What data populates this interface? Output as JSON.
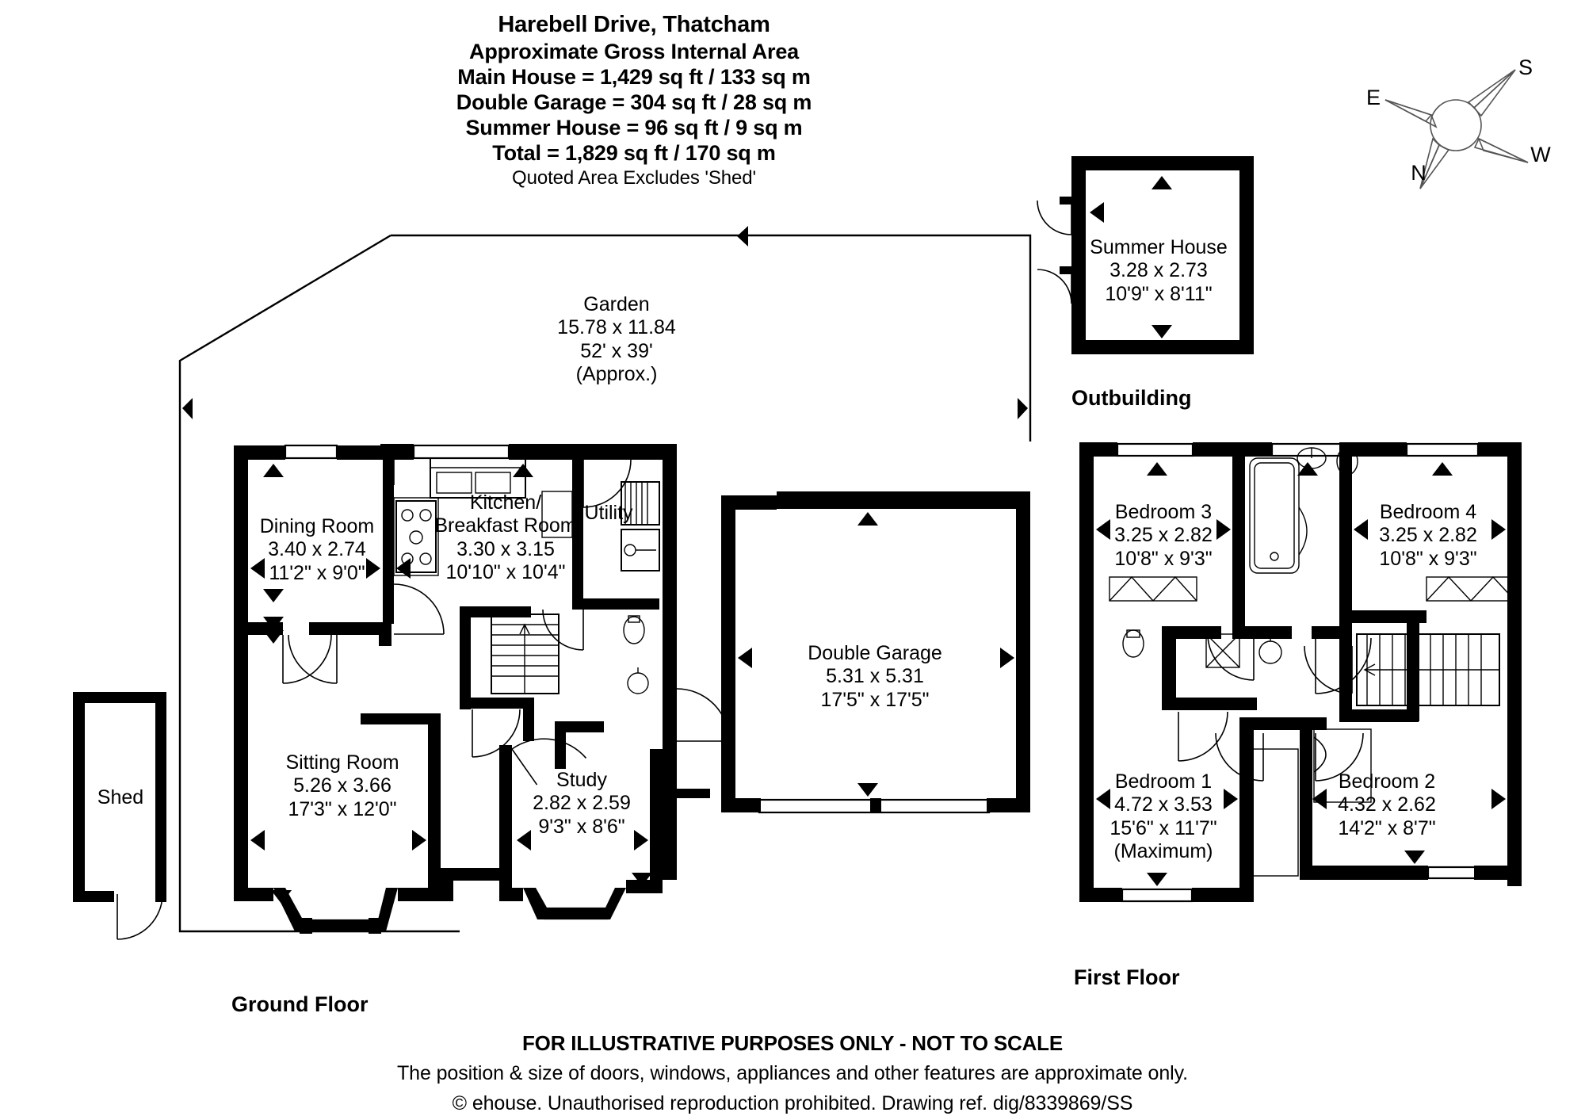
{
  "header": {
    "title": "Harebell Drive, Thatcham",
    "line1": "Approximate Gross Internal Area",
    "line2": "Main House = 1,429 sq ft / 133 sq m",
    "line3": "Double Garage = 304 sq ft / 28 sq m",
    "line4": "Summer House = 96 sq ft / 9 sq m",
    "line5": "Total = 1,829 sq ft / 170 sq m",
    "note": "Quoted Area Excludes 'Shed'"
  },
  "compass": {
    "n": "N",
    "s": "S",
    "e": "E",
    "w": "W"
  },
  "floor_labels": {
    "ground": "Ground Floor",
    "first": "First Floor",
    "outbuilding": "Outbuilding"
  },
  "rooms": {
    "garden": {
      "name": "Garden",
      "metric": "15.78 x 11.84",
      "imperial": "52' x 39'",
      "extra": "(Approx.)"
    },
    "dining_room": {
      "name": "Dining Room",
      "metric": "3.40 x 2.74",
      "imperial": "11'2\" x 9'0\""
    },
    "kitchen": {
      "name_line1": "Kitchen/",
      "name_line2": "Breakfast Room",
      "metric": "3.30 x 3.15",
      "imperial": "10'10\" x 10'4\""
    },
    "utility": {
      "name": "Utility"
    },
    "sitting_room": {
      "name": "Sitting Room",
      "metric": "5.26 x 3.66",
      "imperial": "17'3\" x 12'0\""
    },
    "study": {
      "name": "Study",
      "metric": "2.82 x 2.59",
      "imperial": "9'3\" x 8'6\""
    },
    "double_garage": {
      "name": "Double Garage",
      "metric": "5.31 x 5.31",
      "imperial": "17'5\" x 17'5\""
    },
    "shed": {
      "name": "Shed"
    },
    "summer_house": {
      "name": "Summer House",
      "metric": "3.28 x 2.73",
      "imperial": "10'9\" x 8'11\""
    },
    "bedroom1": {
      "name": "Bedroom 1",
      "metric": "4.72 x 3.53",
      "imperial": "15'6\" x 11'7\"",
      "extra": "(Maximum)"
    },
    "bedroom2": {
      "name": "Bedroom 2",
      "metric": "4.32 x 2.62",
      "imperial": "14'2\" x 8'7\""
    },
    "bedroom3": {
      "name": "Bedroom 3",
      "metric": "3.25 x 2.82",
      "imperial": "10'8\" x 9'3\""
    },
    "bedroom4": {
      "name": "Bedroom 4",
      "metric": "3.25 x 2.82",
      "imperial": "10'8\" x 9'3\""
    }
  },
  "footer": {
    "disclaimer": "FOR ILLUSTRATIVE PURPOSES ONLY - NOT TO SCALE",
    "line2": "The position & size of doors, windows, appliances and other features are approximate only.",
    "line3": "© ehouse. Unauthorised reproduction prohibited. Drawing ref. dig/8339869/SS"
  }
}
